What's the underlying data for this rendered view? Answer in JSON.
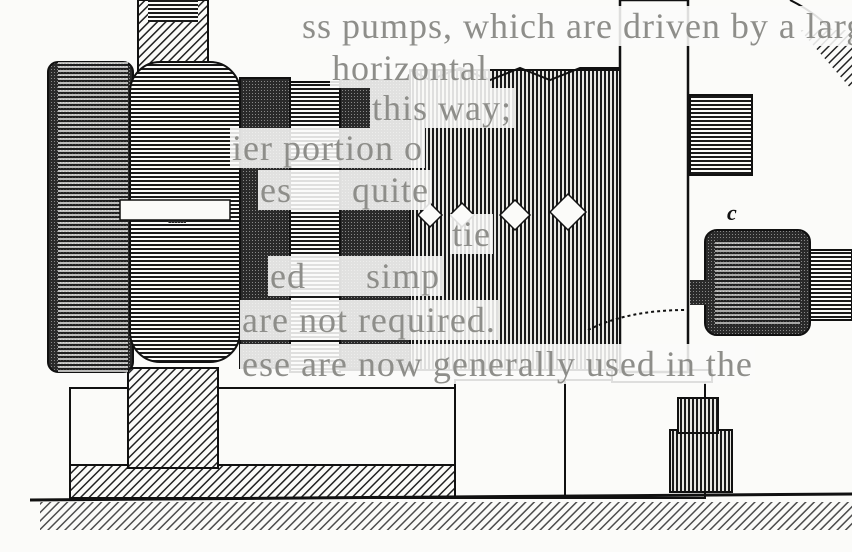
{
  "page": {
    "background_text_lines": [
      "ss pumps, which are driven by a large",
      "horizontal",
      "this way;",
      "ier portion o",
      "es      quite",
      "tie",
      "ed      simp",
      "are not required.",
      "ese are now generally used in the"
    ],
    "figure_label": "c"
  },
  "colors": {
    "ink": "#161616",
    "paper": "#fbfbf9",
    "showthrough": "#b9b9b6"
  }
}
